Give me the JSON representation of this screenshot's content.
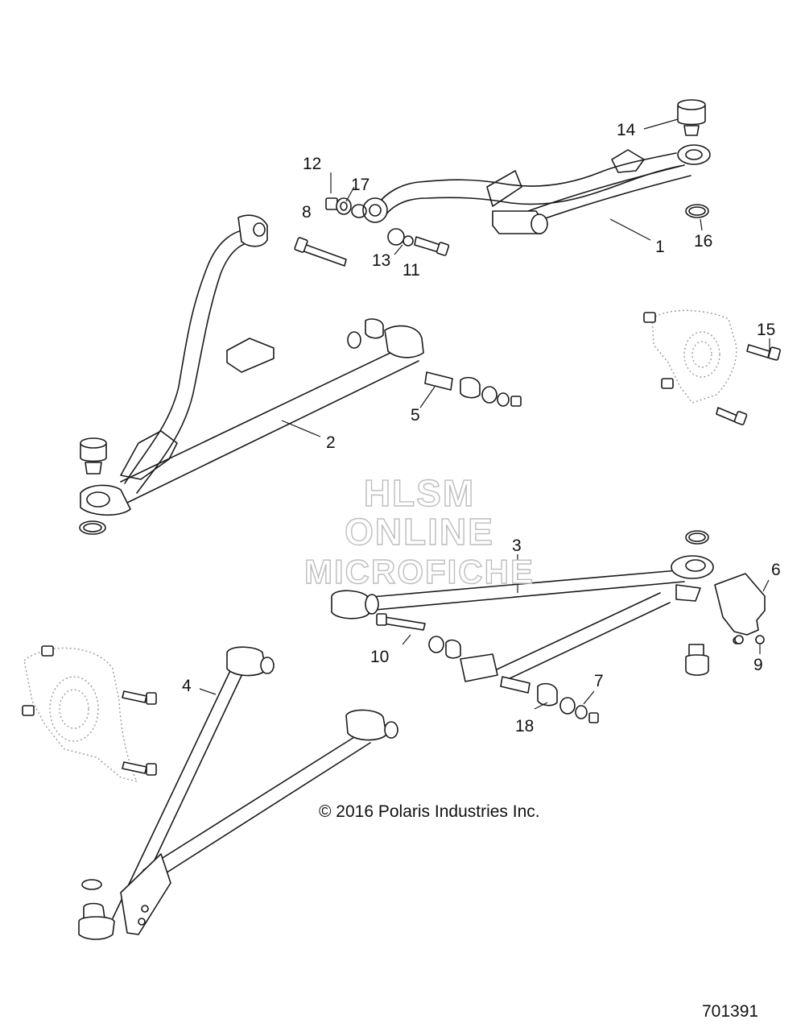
{
  "diagram": {
    "callouts": [
      {
        "id": "1",
        "label": "1"
      },
      {
        "id": "2",
        "label": "2"
      },
      {
        "id": "3",
        "label": "3"
      },
      {
        "id": "4",
        "label": "4"
      },
      {
        "id": "5",
        "label": "5"
      },
      {
        "id": "6",
        "label": "6"
      },
      {
        "id": "7",
        "label": "7"
      },
      {
        "id": "8",
        "label": "8"
      },
      {
        "id": "9",
        "label": "9"
      },
      {
        "id": "10",
        "label": "10"
      },
      {
        "id": "11",
        "label": "11"
      },
      {
        "id": "12",
        "label": "12"
      },
      {
        "id": "13",
        "label": "13"
      },
      {
        "id": "14",
        "label": "14"
      },
      {
        "id": "15",
        "label": "15"
      },
      {
        "id": "16",
        "label": "16"
      },
      {
        "id": "17",
        "label": "17"
      },
      {
        "id": "18",
        "label": "18"
      }
    ],
    "watermark": [
      "HLSM",
      "ONLINE",
      "MICROFICHE"
    ],
    "copyright": "© 2016 Polaris Industries Inc.",
    "drawing_number": "701391"
  },
  "colors": {
    "line": "#1a1a1a",
    "ghost": "#9a9a9a",
    "watermark_outline": "#bdbdbd"
  }
}
